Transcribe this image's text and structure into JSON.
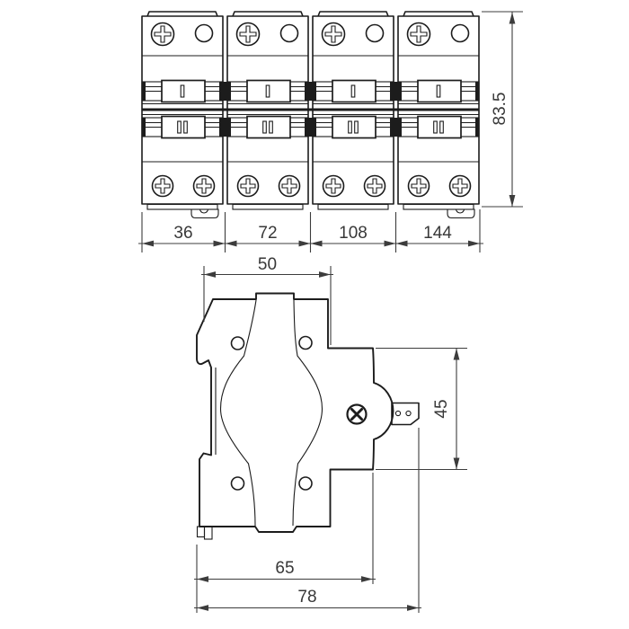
{
  "type": "technical_dimension_drawing",
  "subject": "modular din-rail circuit breaker, front and side views",
  "front_view": {
    "modules": 4,
    "width_labels": [
      "36",
      "72",
      "108",
      "144"
    ],
    "height_label": "83.5"
  },
  "side_view": {
    "top_width_label": "50",
    "right_height_label": "45",
    "lower_width_label": "65",
    "bottom_width_label": "78"
  },
  "colors": {
    "background": "#ffffff",
    "outline": "#1c1c1c",
    "dimension": "#3c3c3c"
  }
}
